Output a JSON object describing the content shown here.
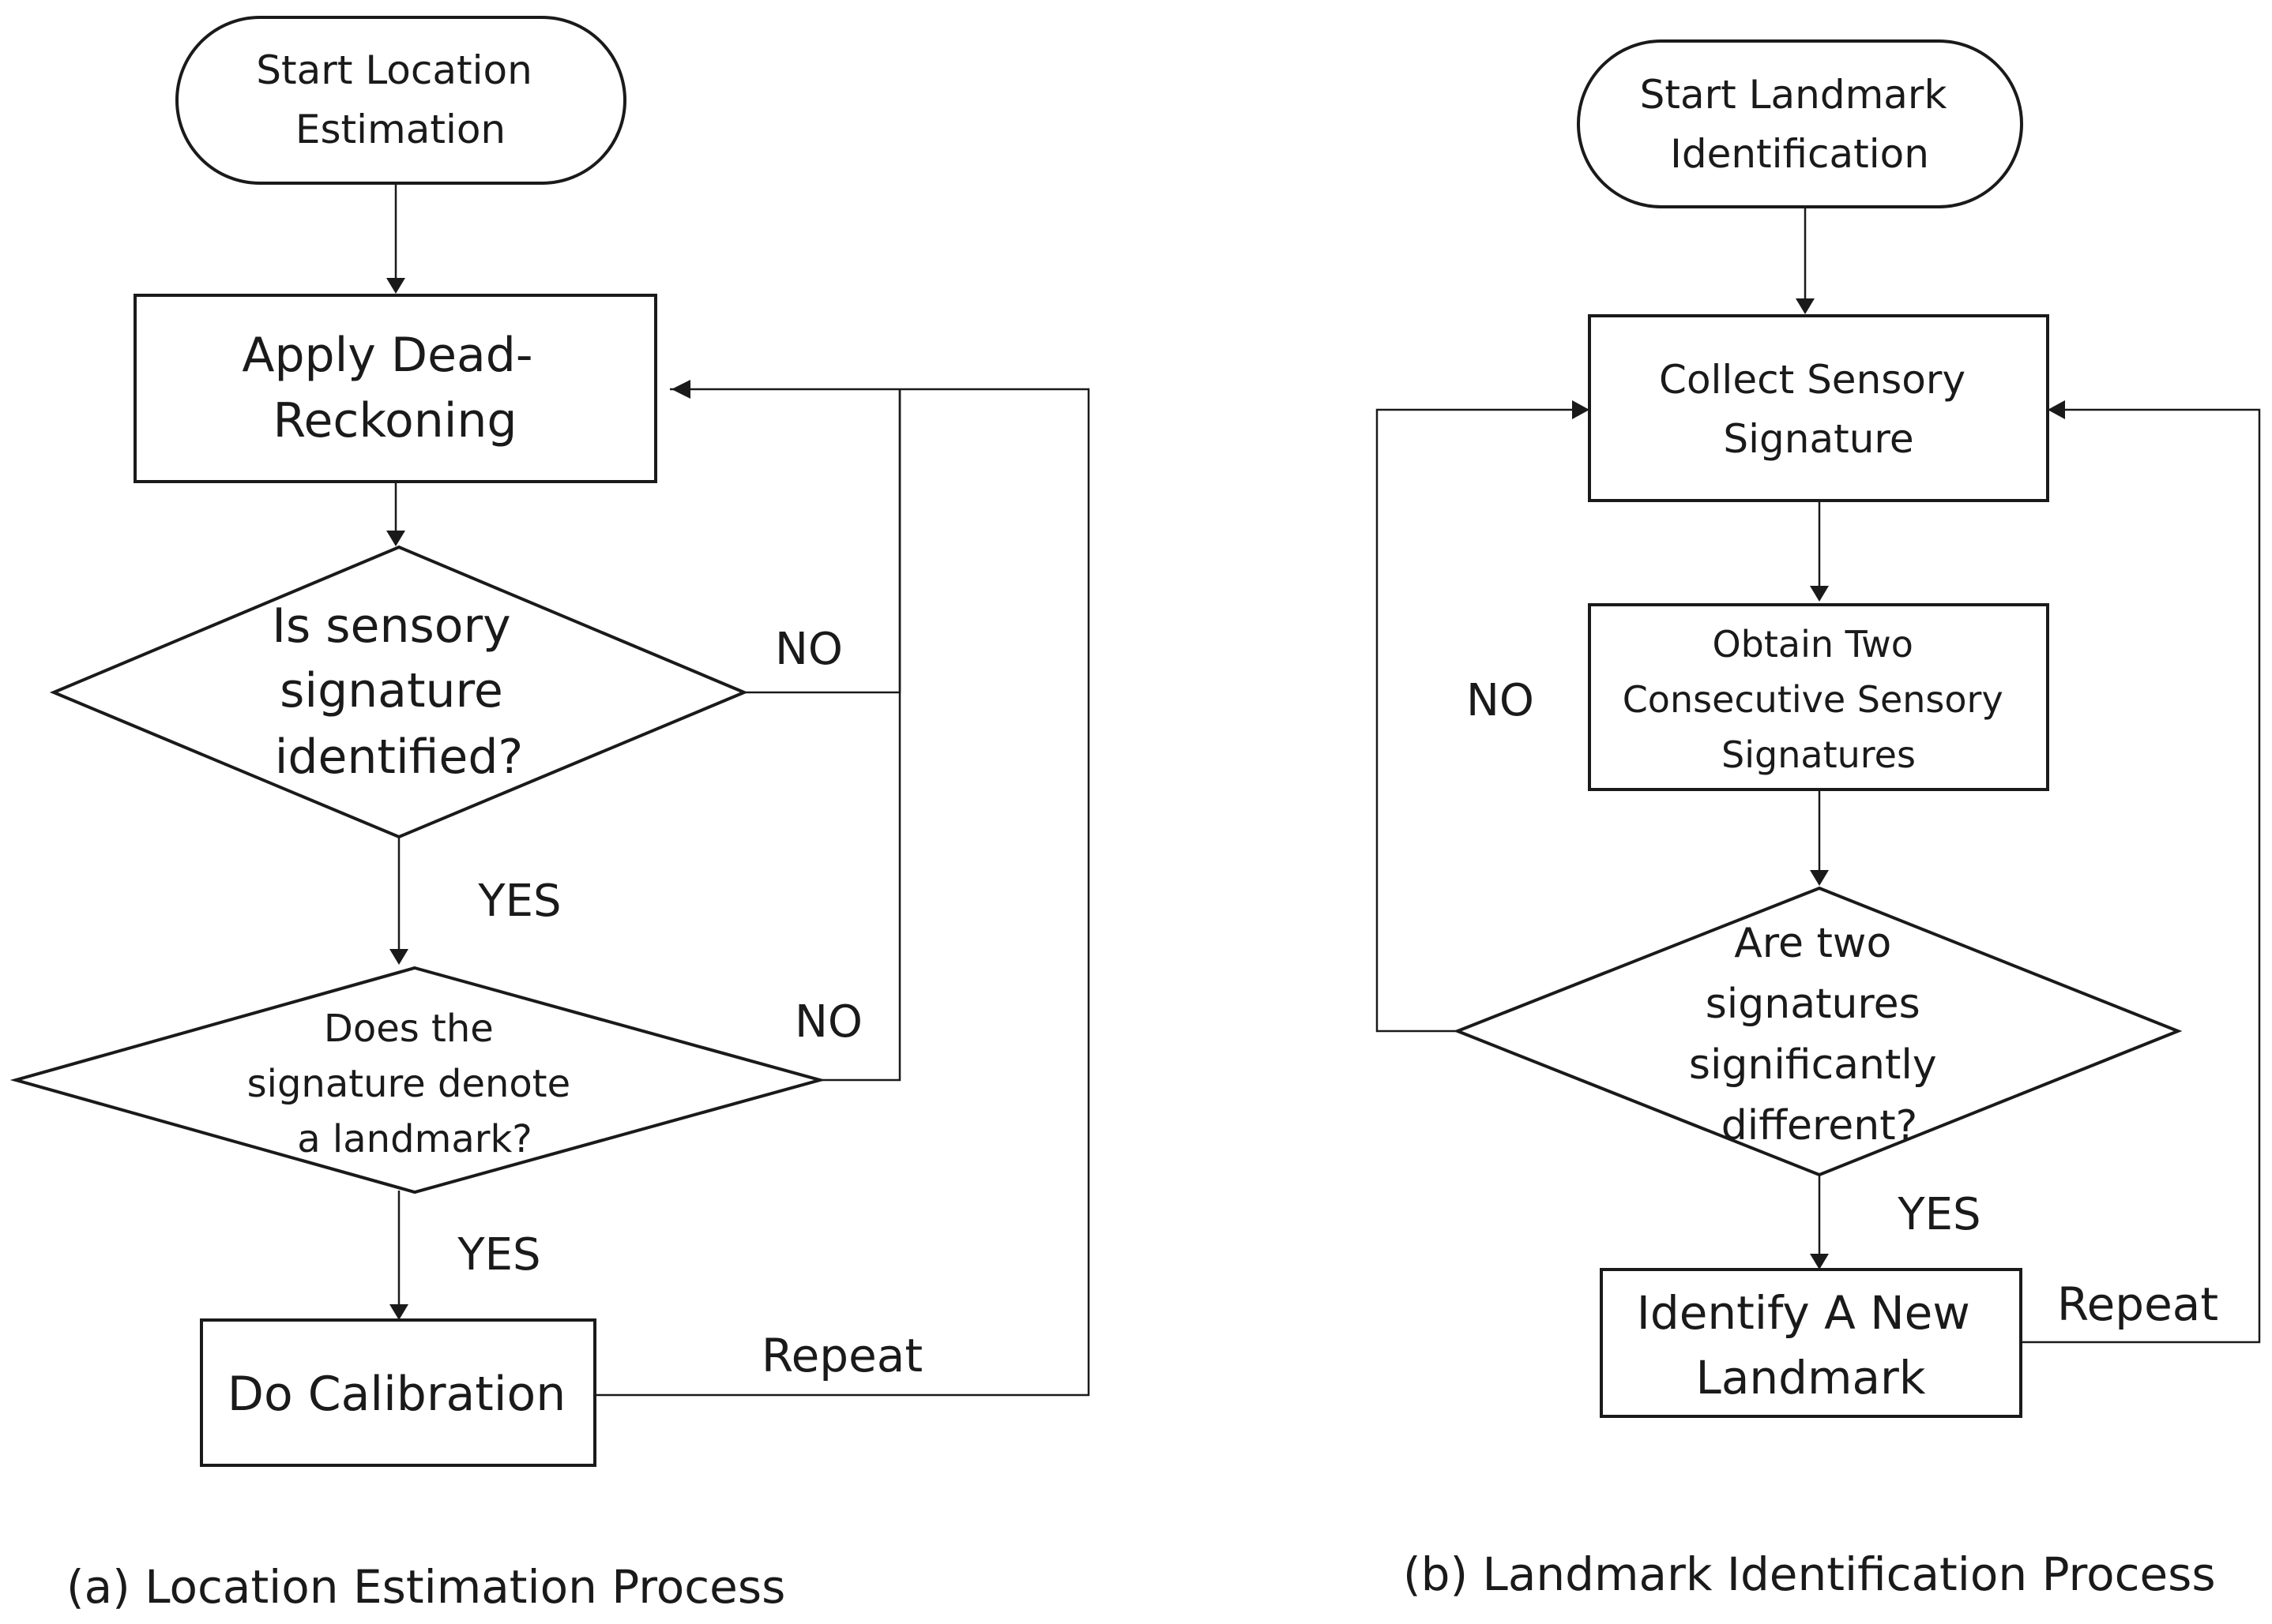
{
  "diagram_a": {
    "start": [
      "Start Location",
      "Estimation"
    ],
    "dead_reckoning": [
      "Apply Dead-",
      "Reckoning"
    ],
    "decision_identified": [
      "Is sensory",
      "signature",
      "identified?"
    ],
    "decision_landmark": [
      "Does the",
      "signature denote",
      "a landmark?"
    ],
    "calibration": "Do Calibration",
    "label_no_1": "NO",
    "label_yes_1": "YES",
    "label_no_2": "NO",
    "label_yes_2": "YES",
    "label_repeat": "Repeat",
    "caption": "(a) Location Estimation Process"
  },
  "diagram_b": {
    "start": [
      "Start Landmark",
      "Identification"
    ],
    "collect": [
      "Collect Sensory",
      "Signature"
    ],
    "obtain": [
      "Obtain Two",
      "Consecutive Sensory",
      "Signatures"
    ],
    "decision_different": [
      "Are two",
      "signatures",
      "significantly",
      "different?"
    ],
    "identify": [
      "Identify A New",
      "Landmark"
    ],
    "label_no": "NO",
    "label_yes": "YES",
    "label_repeat": "Repeat",
    "caption": "(b) Landmark Identification Process"
  }
}
